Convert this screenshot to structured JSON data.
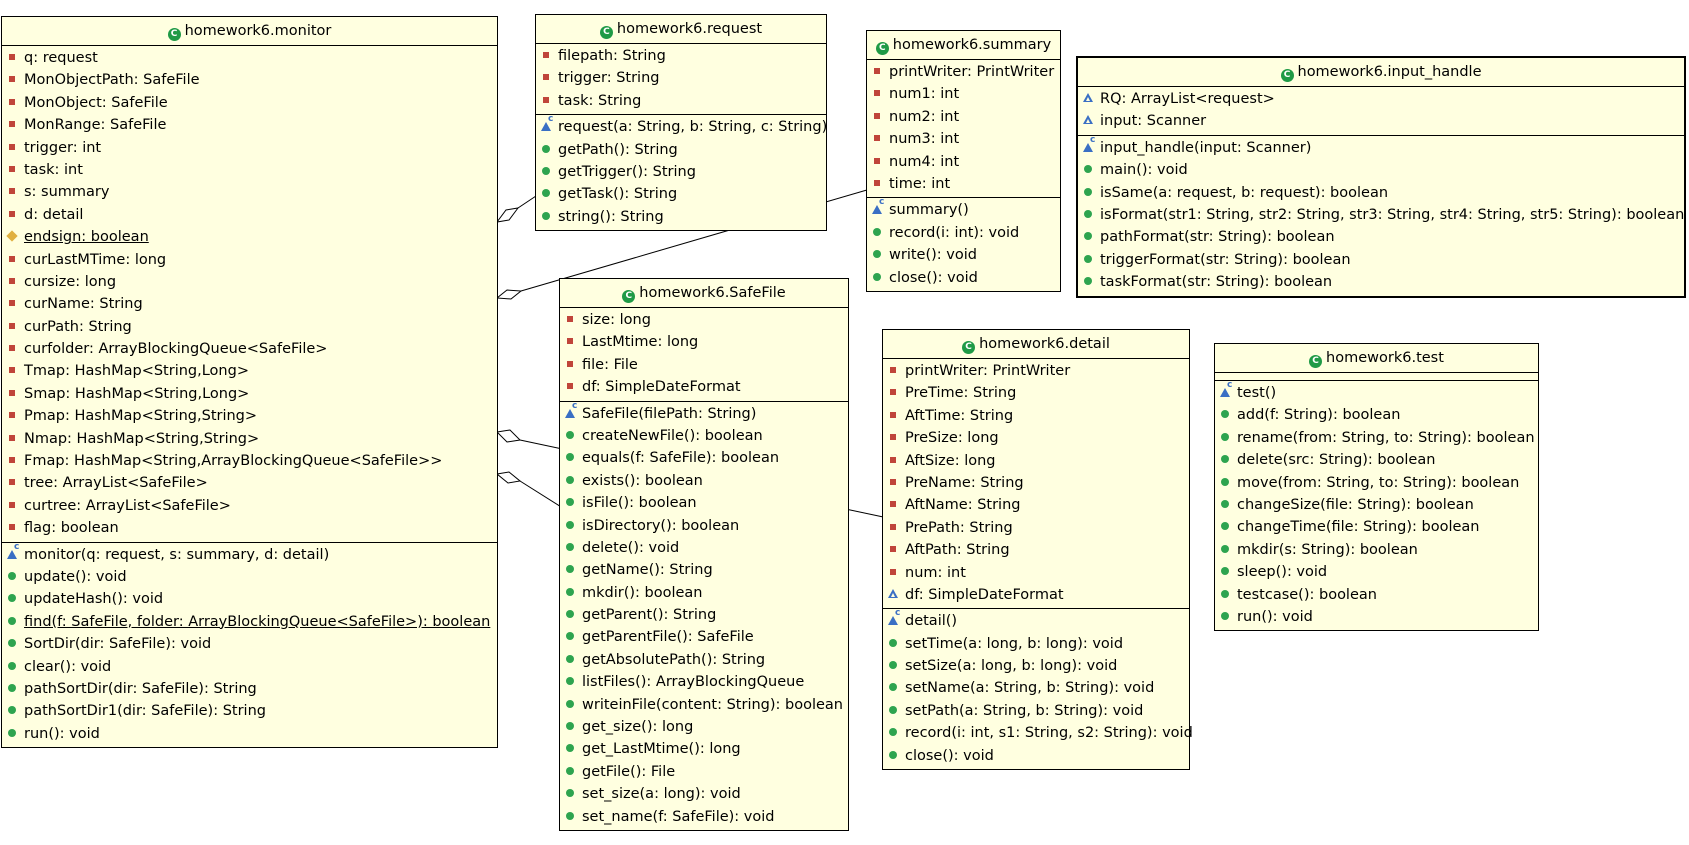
{
  "classes": [
    {
      "id": "monitor",
      "title": "homework6.monitor",
      "fields": [
        {
          "vis": "private",
          "text": "q: request"
        },
        {
          "vis": "private",
          "text": "MonObjectPath: SafeFile"
        },
        {
          "vis": "private",
          "text": "MonObject: SafeFile"
        },
        {
          "vis": "private",
          "text": "MonRange: SafeFile"
        },
        {
          "vis": "private",
          "text": "trigger: int"
        },
        {
          "vis": "private",
          "text": "task: int"
        },
        {
          "vis": "private",
          "text": "s: summary"
        },
        {
          "vis": "private",
          "text": "d: detail"
        },
        {
          "vis": "protected",
          "text": "endsign: boolean",
          "static": true
        },
        {
          "vis": "private",
          "text": "curLastMTime: long"
        },
        {
          "vis": "private",
          "text": "cursize: long"
        },
        {
          "vis": "private",
          "text": "curName: String"
        },
        {
          "vis": "private",
          "text": "curPath: String"
        },
        {
          "vis": "private",
          "text": "curfolder: ArrayBlockingQueue<SafeFile>"
        },
        {
          "vis": "private",
          "text": "Tmap: HashMap<String,Long>"
        },
        {
          "vis": "private",
          "text": "Smap: HashMap<String,Long>"
        },
        {
          "vis": "private",
          "text": "Pmap: HashMap<String,String>"
        },
        {
          "vis": "private",
          "text": "Nmap: HashMap<String,String>"
        },
        {
          "vis": "private",
          "text": "Fmap: HashMap<String,ArrayBlockingQueue<SafeFile>>"
        },
        {
          "vis": "private",
          "text": "tree: ArrayList<SafeFile>"
        },
        {
          "vis": "private",
          "text": "curtree: ArrayList<SafeFile>"
        },
        {
          "vis": "private",
          "text": "flag: boolean"
        }
      ],
      "methods": [
        {
          "vis": "ctor",
          "text": "monitor(q: request, s: summary, d: detail)"
        },
        {
          "vis": "public",
          "text": "update(): void"
        },
        {
          "vis": "public",
          "text": "updateHash(): void"
        },
        {
          "vis": "public",
          "text": "find(f: SafeFile, folder: ArrayBlockingQueue<SafeFile>): boolean",
          "static": true
        },
        {
          "vis": "public",
          "text": "SortDir(dir: SafeFile): void"
        },
        {
          "vis": "public",
          "text": "clear(): void"
        },
        {
          "vis": "public",
          "text": "pathSortDir(dir: SafeFile): String"
        },
        {
          "vis": "public",
          "text": "pathSortDir1(dir: SafeFile): String"
        },
        {
          "vis": "public",
          "text": "run(): void"
        }
      ]
    },
    {
      "id": "request",
      "title": "homework6.request",
      "fields": [
        {
          "vis": "private",
          "text": "filepath: String"
        },
        {
          "vis": "private",
          "text": "trigger: String"
        },
        {
          "vis": "private",
          "text": "task: String"
        }
      ],
      "methods": [
        {
          "vis": "ctor",
          "text": "request(a: String, b: String, c: String)"
        },
        {
          "vis": "public",
          "text": "getPath(): String"
        },
        {
          "vis": "public",
          "text": "getTrigger(): String"
        },
        {
          "vis": "public",
          "text": "getTask(): String"
        },
        {
          "vis": "public",
          "text": "string(): String"
        }
      ]
    },
    {
      "id": "summary",
      "title": "homework6.summary",
      "fields": [
        {
          "vis": "private",
          "text": "printWriter: PrintWriter"
        },
        {
          "vis": "private",
          "text": "num1: int"
        },
        {
          "vis": "private",
          "text": "num2: int"
        },
        {
          "vis": "private",
          "text": "num3: int"
        },
        {
          "vis": "private",
          "text": "num4: int"
        },
        {
          "vis": "private",
          "text": "time: int"
        }
      ],
      "methods": [
        {
          "vis": "ctor",
          "text": "summary()"
        },
        {
          "vis": "public",
          "text": "record(i: int): void"
        },
        {
          "vis": "public",
          "text": "write(): void"
        },
        {
          "vis": "public",
          "text": "close(): void"
        }
      ]
    },
    {
      "id": "input_handle",
      "title": "homework6.input_handle",
      "fields": [
        {
          "vis": "package",
          "text": "RQ: ArrayList<request>"
        },
        {
          "vis": "package",
          "text": "input: Scanner"
        }
      ],
      "methods": [
        {
          "vis": "ctor",
          "text": "input_handle(input: Scanner)"
        },
        {
          "vis": "public",
          "text": "main(): void"
        },
        {
          "vis": "public",
          "text": "isSame(a: request, b: request): boolean"
        },
        {
          "vis": "public",
          "text": "isFormat(str1: String, str2: String, str3: String, str4: String, str5: String): boolean"
        },
        {
          "vis": "public",
          "text": "pathFormat(str: String): boolean"
        },
        {
          "vis": "public",
          "text": "triggerFormat(str: String): boolean"
        },
        {
          "vis": "public",
          "text": "taskFormat(str: String): boolean"
        }
      ]
    },
    {
      "id": "safefile",
      "title": "homework6.SafeFile",
      "fields": [
        {
          "vis": "private",
          "text": "size: long"
        },
        {
          "vis": "private",
          "text": "LastMtime: long"
        },
        {
          "vis": "private",
          "text": "file: File"
        },
        {
          "vis": "private",
          "text": "df: SimpleDateFormat"
        }
      ],
      "methods": [
        {
          "vis": "ctor",
          "text": "SafeFile(filePath: String)"
        },
        {
          "vis": "public",
          "text": "createNewFile(): boolean"
        },
        {
          "vis": "public",
          "text": "equals(f: SafeFile): boolean"
        },
        {
          "vis": "public",
          "text": "exists(): boolean"
        },
        {
          "vis": "public",
          "text": "isFile(): boolean"
        },
        {
          "vis": "public",
          "text": "isDirectory(): boolean"
        },
        {
          "vis": "public",
          "text": "delete(): void"
        },
        {
          "vis": "public",
          "text": "getName(): String"
        },
        {
          "vis": "public",
          "text": "mkdir(): boolean"
        },
        {
          "vis": "public",
          "text": "getParent(): String"
        },
        {
          "vis": "public",
          "text": "getParentFile(): SafeFile"
        },
        {
          "vis": "public",
          "text": "getAbsolutePath(): String"
        },
        {
          "vis": "public",
          "text": "listFiles(): ArrayBlockingQueue"
        },
        {
          "vis": "public",
          "text": "writeinFile(content: String): boolean"
        },
        {
          "vis": "public",
          "text": "get_size(): long"
        },
        {
          "vis": "public",
          "text": "get_LastMtime(): long"
        },
        {
          "vis": "public",
          "text": "getFile(): File"
        },
        {
          "vis": "public",
          "text": "set_size(a: long): void"
        },
        {
          "vis": "public",
          "text": "set_name(f: SafeFile): void"
        }
      ]
    },
    {
      "id": "detail",
      "title": "homework6.detail",
      "fields": [
        {
          "vis": "private",
          "text": "printWriter: PrintWriter"
        },
        {
          "vis": "private",
          "text": "PreTime: String"
        },
        {
          "vis": "private",
          "text": "AftTime: String"
        },
        {
          "vis": "private",
          "text": "PreSize: long"
        },
        {
          "vis": "private",
          "text": "AftSize: long"
        },
        {
          "vis": "private",
          "text": "PreName: String"
        },
        {
          "vis": "private",
          "text": "AftName: String"
        },
        {
          "vis": "private",
          "text": "PrePath: String"
        },
        {
          "vis": "private",
          "text": "AftPath: String"
        },
        {
          "vis": "private",
          "text": "num: int"
        },
        {
          "vis": "package",
          "text": "df: SimpleDateFormat"
        }
      ],
      "methods": [
        {
          "vis": "ctor",
          "text": "detail()"
        },
        {
          "vis": "public",
          "text": "setTime(a: long, b: long): void"
        },
        {
          "vis": "public",
          "text": "setSize(a: long, b: long): void"
        },
        {
          "vis": "public",
          "text": "setName(a: String, b: String): void"
        },
        {
          "vis": "public",
          "text": "setPath(a: String, b: String): void"
        },
        {
          "vis": "public",
          "text": "record(i: int, s1: String, s2: String): void"
        },
        {
          "vis": "public",
          "text": "close(): void"
        }
      ]
    },
    {
      "id": "test",
      "title": "homework6.test",
      "fields": [],
      "methods": [
        {
          "vis": "ctor",
          "text": "test()"
        },
        {
          "vis": "public",
          "text": "add(f: String): boolean"
        },
        {
          "vis": "public",
          "text": "rename(from: String, to: String): boolean"
        },
        {
          "vis": "public",
          "text": "delete(src: String): boolean"
        },
        {
          "vis": "public",
          "text": "move(from: String, to: String): boolean"
        },
        {
          "vis": "public",
          "text": "changeSize(file: String): boolean"
        },
        {
          "vis": "public",
          "text": "changeTime(file: String): boolean"
        },
        {
          "vis": "public",
          "text": "mkdir(s: String): boolean"
        },
        {
          "vis": "public",
          "text": "sleep(): void"
        },
        {
          "vis": "public",
          "text": "testcase(): boolean"
        },
        {
          "vis": "public",
          "text": "run(): void"
        }
      ]
    }
  ]
}
